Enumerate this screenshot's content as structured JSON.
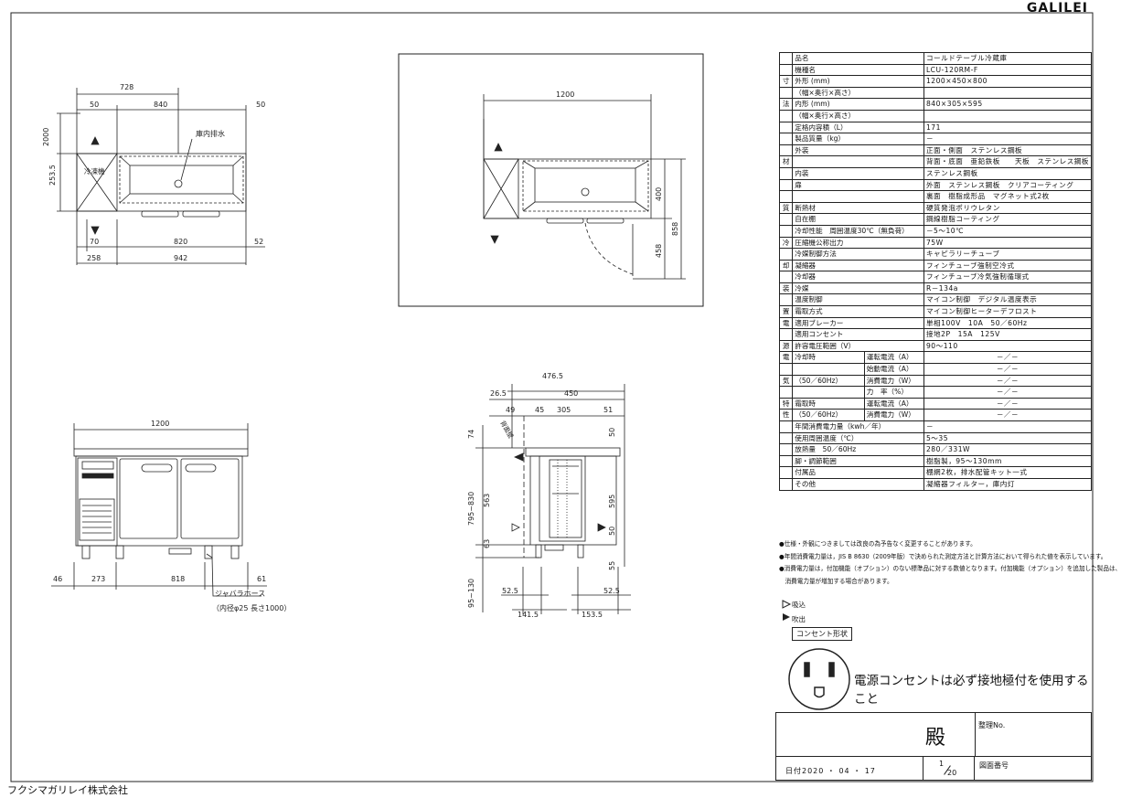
{
  "brand": "GALILEI",
  "company": "フクシマガリレイ株式会社",
  "top_view": {
    "dims": [
      "728",
      "50",
      "840",
      "50",
      "2000",
      "253.5",
      "70",
      "820",
      "52",
      "258",
      "942"
    ],
    "labels": {
      "drain": "庫内排水",
      "freezer": "冷凍機"
    }
  },
  "side_top_view": {
    "dims": [
      "1200",
      "400",
      "458",
      "858"
    ]
  },
  "front_view": {
    "dims": [
      "1200",
      "46",
      "273",
      "818",
      "61"
    ],
    "labels": {
      "hose": "ジャバラホース",
      "hose_size": "（内径φ25 長さ1000）"
    }
  },
  "side_view": {
    "dims": [
      "476.5",
      "450",
      "26.5",
      "49",
      "45",
      "305",
      "51",
      "74",
      "50",
      "795~830",
      "563",
      "595",
      "50",
      "63",
      "55",
      "95~130",
      "52.5",
      "52.5",
      "141.5",
      "153.5"
    ],
    "labels": {
      "wall": "背面壁"
    }
  },
  "spec": [
    {
      "g": "",
      "label": "品名",
      "value": "コールドテーブル冷蔵庫"
    },
    {
      "g": "",
      "label": "機種名",
      "value": "LCU-120RM-F"
    },
    {
      "g": "寸",
      "label": "外形 (mm)",
      "value": "1200×450×800"
    },
    {
      "g": "",
      "label": "（幅×奥行×高さ）",
      "value": ""
    },
    {
      "g": "法",
      "label": "内形 (mm)",
      "value": "840×305×595"
    },
    {
      "g": "",
      "label": "（幅×奥行×高さ）",
      "value": ""
    },
    {
      "g": "",
      "label": "定格内容積（L）",
      "value": "171"
    },
    {
      "g": "",
      "label": "製品質量（kg）",
      "value": "－"
    },
    {
      "g": "",
      "label": "外装",
      "value": "正面・側面　ステンレス鋼板"
    },
    {
      "g": "材",
      "label": "",
      "value": "背面・底面　亜鉛鉄板　　天板　ステンレス鋼板"
    },
    {
      "g": "",
      "label": "内装",
      "value": "ステンレス鋼板"
    },
    {
      "g": "",
      "label": "扉",
      "value": "外面　ステンレス鋼板　クリアコーティング"
    },
    {
      "g": "",
      "label": "",
      "value": "裏面　樹脂成形品　マグネット式2枚"
    },
    {
      "g": "質",
      "label": "断熱材",
      "value": "硬質発泡ポリウレタン"
    },
    {
      "g": "",
      "label": "自在棚",
      "value": "鋼線樹脂コーティング"
    },
    {
      "g": "",
      "label": "冷却性能　周囲温度30℃（無負荷）",
      "value": "－5～10℃"
    },
    {
      "g": "冷",
      "label": "圧縮機公称出力",
      "value": "75W"
    },
    {
      "g": "",
      "label": "冷媒制御方法",
      "value": "キャピラリーチューブ"
    },
    {
      "g": "却",
      "label": "凝縮器",
      "value": "フィンチューブ強制空冷式"
    },
    {
      "g": "",
      "label": "冷却器",
      "value": "フィンチューブ冷気強制循環式"
    },
    {
      "g": "装",
      "label": "冷媒",
      "value": "R－134a"
    },
    {
      "g": "",
      "label": "温度制御",
      "value": "マイコン制御　デジタル温度表示"
    },
    {
      "g": "置",
      "label": "霜取方式",
      "value": "マイコン制御ヒーターデフロスト"
    },
    {
      "g": "電",
      "label": "適用ブレーカー",
      "value": "単相100V　10A　50／60Hz"
    },
    {
      "g": "",
      "label": "適用コンセント",
      "value": "接地2P　15A　125V"
    },
    {
      "g": "源",
      "label": "許容電圧範囲（V）",
      "value": "90～110"
    },
    {
      "g": "電",
      "label": "冷却時",
      "sub": "運転電流（A）",
      "value": "－／－"
    },
    {
      "g": "",
      "label": "",
      "sub": "始動電流（A）",
      "value": "－／－"
    },
    {
      "g": "気",
      "label": "（50／60Hz）",
      "sub": "消費電力（W）",
      "value": "－／－"
    },
    {
      "g": "",
      "label": "",
      "sub": "力　率（%）",
      "value": "－／－"
    },
    {
      "g": "特",
      "label": "霜取時",
      "sub": "運転電流（A）",
      "value": "－／－"
    },
    {
      "g": "性",
      "label": "（50／60Hz）",
      "sub": "消費電力（W）",
      "value": "－／－"
    },
    {
      "g": "",
      "label": "年間消費電力量（kwh／年）",
      "value": "－"
    },
    {
      "g": "",
      "label": "使用周囲温度（℃）",
      "value": "5～35"
    },
    {
      "g": "",
      "label": "放熱量　50／60Hz",
      "value": "280／331W"
    },
    {
      "g": "",
      "label": "脚・調節範囲",
      "value": "樹脂製，95～130mm"
    },
    {
      "g": "",
      "label": "付属品",
      "value": "棚網2枚，排水配管キット一式"
    },
    {
      "g": "",
      "label": "その他",
      "value": "凝縮器フィルター，庫内灯"
    }
  ],
  "notes": [
    "●仕様・外観につきましては改良の為予告なく変更することがあります。",
    "●年間消費電力量は，JIS B 8630（2009年版）で決められた測定方法と計算方法において得られた値を表示しています。",
    "●消費電力量は，付加機能（オプション）のない標準品に対する数値となります。付加機能（オプション）を追加した製品は、",
    "　消費電力量が増加する場合があります。"
  ],
  "legend": {
    "intake": "吸込",
    "exhaust": "吹出"
  },
  "outlet": {
    "title": "コンセント形状",
    "note": "電源コンセントは必ず接地極付を使用すること"
  },
  "title_block": {
    "to": "殿",
    "serial_label": "整理No.",
    "date": "日付2020 ・ 04 ・ 17",
    "scale_num": "1",
    "scale_den": "20",
    "drawing_no": "図面番号"
  }
}
